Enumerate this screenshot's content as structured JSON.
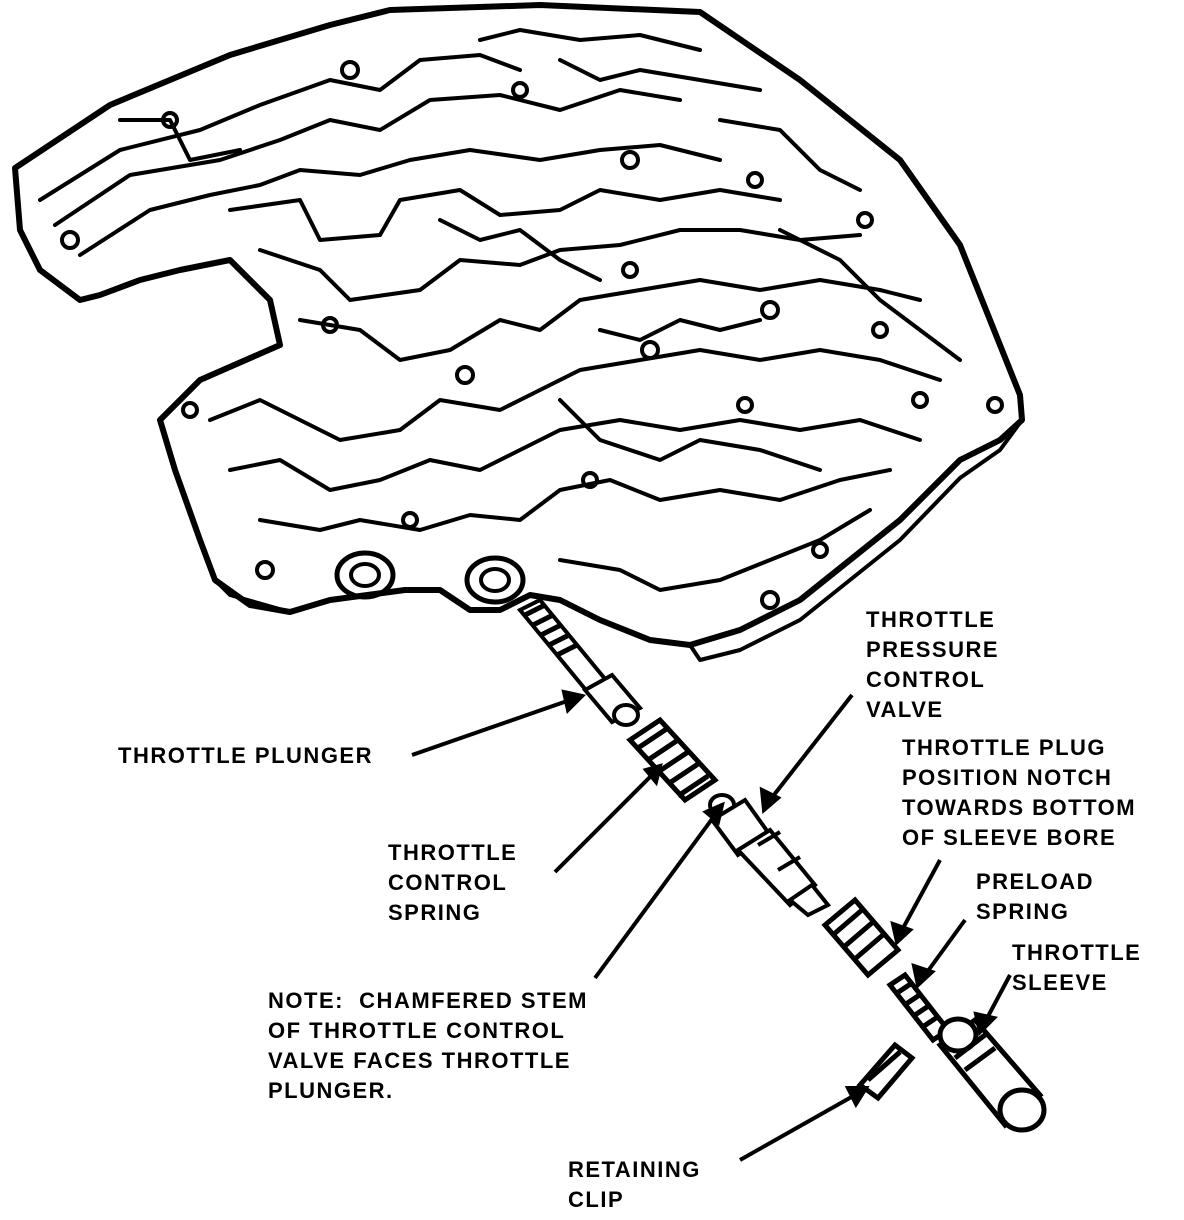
{
  "labels": {
    "throttle_plunger": "THROTTLE PLUNGER",
    "throttle_pressure_control_valve": "THROTTLE\nPRESSURE\nCONTROL\nVALVE",
    "throttle_plug_note": "THROTTLE PLUG\nPOSITION NOTCH\nTOWARDS BOTTOM\nOF SLEEVE BORE",
    "throttle_control_spring": "THROTTLE\nCONTROL\nSPRING",
    "preload_spring": "PRELOAD\nSPRING",
    "throttle_sleeve": "THROTTLE\nSLEEVE",
    "note": "NOTE:  CHAMFERED STEM\nOF THROTTLE CONTROL\nVALVE FACES THROTTLE\nPLUNGER.",
    "retaining_clip": "RETAINING\nCLIP"
  }
}
